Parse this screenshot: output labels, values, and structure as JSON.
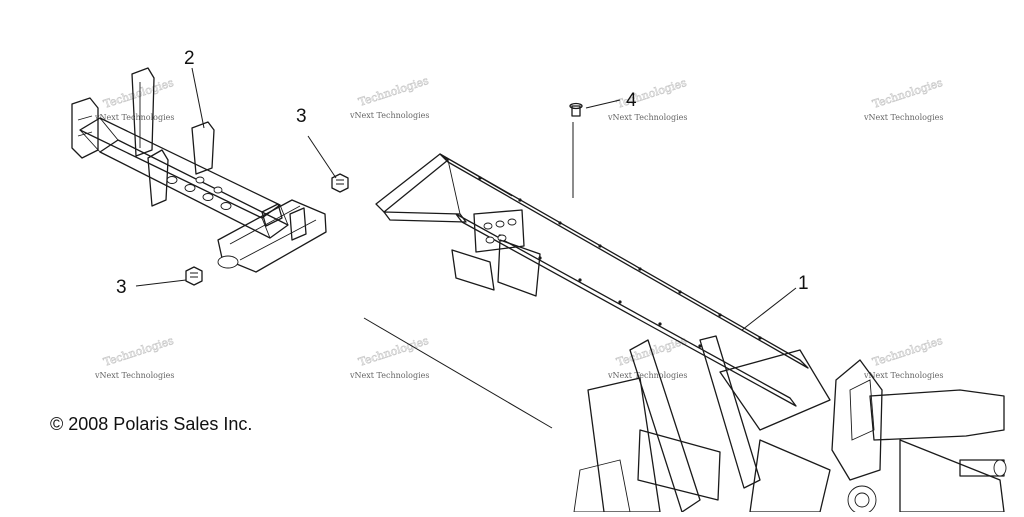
{
  "diagram": {
    "callouts": [
      {
        "number": "1"
      },
      {
        "number": "2"
      },
      {
        "number": "3"
      },
      {
        "number": "3"
      },
      {
        "number": "4"
      }
    ],
    "copyright": "© 2008 Polaris Sales Inc.",
    "watermark": {
      "line1": "vNext Technologies",
      "line2": "Technologies"
    }
  }
}
